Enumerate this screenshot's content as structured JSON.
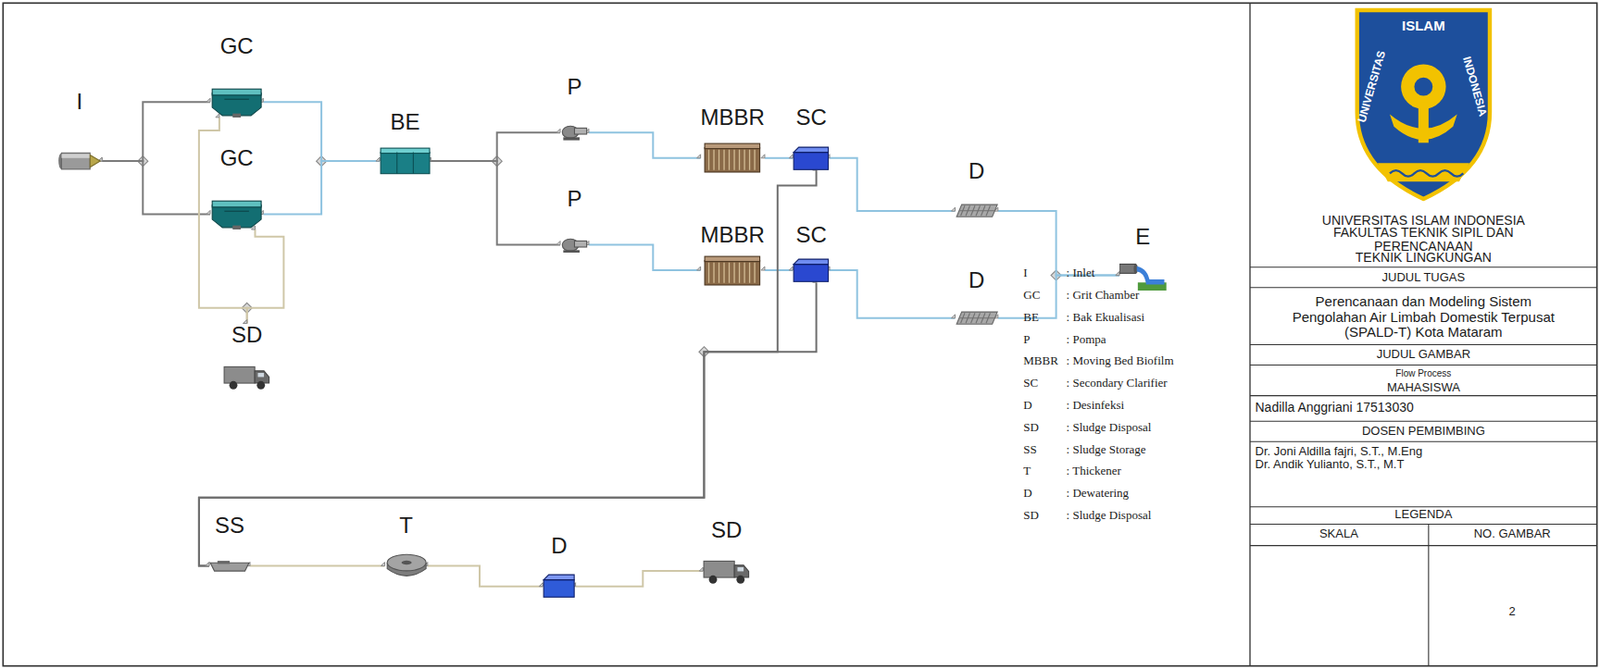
{
  "diagram": {
    "nodes": [
      {
        "text": [
          "I"
        ]
      },
      {
        "text": [
          "GC"
        ]
      },
      {
        "text": [
          "GC"
        ]
      },
      {
        "text": [
          "SD"
        ]
      },
      {
        "text": [
          "BE"
        ]
      },
      {
        "text": [
          "P"
        ]
      },
      {
        "text": [
          "P"
        ]
      },
      {
        "text": [
          "MBBR"
        ]
      },
      {
        "text": [
          "MBBR"
        ]
      },
      {
        "text": [
          "SC"
        ]
      },
      {
        "text": [
          "SC"
        ]
      },
      {
        "text": [
          "D"
        ]
      },
      {
        "text": [
          "D"
        ]
      },
      {
        "text": [
          "E"
        ]
      },
      {
        "text": [
          "SS"
        ]
      },
      {
        "text": [
          "T"
        ]
      },
      {
        "text": [
          "D"
        ]
      },
      {
        "text": [
          "SD"
        ]
      }
    ],
    "edges": [
      {
        "from": 0,
        "to": 1,
        "arrow": "none"
      },
      {
        "from": 0,
        "to": 2,
        "arrow": "none"
      },
      {
        "from": 1,
        "to": 4,
        "arrow": "none"
      },
      {
        "from": 2,
        "to": 4,
        "arrow": "none"
      },
      {
        "from": 4,
        "to": 5,
        "arrow": "none"
      },
      {
        "from": 4,
        "to": 6,
        "arrow": "none"
      },
      {
        "from": 5,
        "to": 7,
        "arrow": "none"
      },
      {
        "from": 6,
        "to": 8,
        "arrow": "none"
      },
      {
        "from": 7,
        "to": 9,
        "arrow": "none"
      },
      {
        "from": 8,
        "to": 10,
        "arrow": "none"
      },
      {
        "from": 9,
        "to": 11,
        "arrow": "none"
      },
      {
        "from": 10,
        "to": 12,
        "arrow": "none"
      },
      {
        "from": 11,
        "to": 13,
        "arrow": "none"
      },
      {
        "from": 12,
        "to": 13,
        "arrow": "none"
      },
      {
        "from": 1,
        "to": 3,
        "arrow": "none"
      },
      {
        "from": 2,
        "to": 3,
        "arrow": "none"
      },
      {
        "from": 9,
        "to": 14,
        "arrow": "none"
      },
      {
        "from": 10,
        "to": 14,
        "arrow": "none"
      },
      {
        "from": 14,
        "to": 15,
        "arrow": "none"
      },
      {
        "from": 15,
        "to": 16,
        "arrow": "none"
      },
      {
        "from": 16,
        "to": 17,
        "arrow": "none"
      }
    ],
    "labels": [
      "UNIVERSITAS",
      "ISLAM",
      "INDONESIA",
      "UNIVERSITAS ISLAM INDONESIA",
      "FAKULTAS TEKNIK SIPIL DAN PERENCANAAN",
      "TEKNIK LINGKUNGAN",
      "JUDUL TUGAS",
      "Perencanaan dan Modeling Sistem Pengolahan Air Limbah Domestik Terpusat (SPALD-T) Kota Mataram",
      "JUDUL GAMBAR",
      "Flow Process",
      "MAHASISWA",
      "Nadilla Anggriani 17513030",
      "DOSEN PEMBIMBING",
      "Dr. Joni Aldilla fajri, S.T., M.Eng",
      "Dr. Andik Yulianto, S.T., M.T",
      "LEGENDA",
      "SKALA",
      "NO. GAMBAR",
      "2",
      "I",
      ": Inlet",
      "GC",
      ": Grit Chamber",
      "BE",
      ": Bak Ekualisasi",
      "P",
      ": Pompa",
      "MBBR",
      ": Moving Bed Biofilm",
      "SC",
      ": Secondary Clarifier",
      "D",
      ": Desinfeksi",
      "SD",
      ": Sludge Disposal",
      "SS",
      ": Sludge Storage",
      "T",
      ": Thickener",
      "D",
      ": Dewatering",
      "SD",
      ": Sludge Disposal"
    ]
  }
}
